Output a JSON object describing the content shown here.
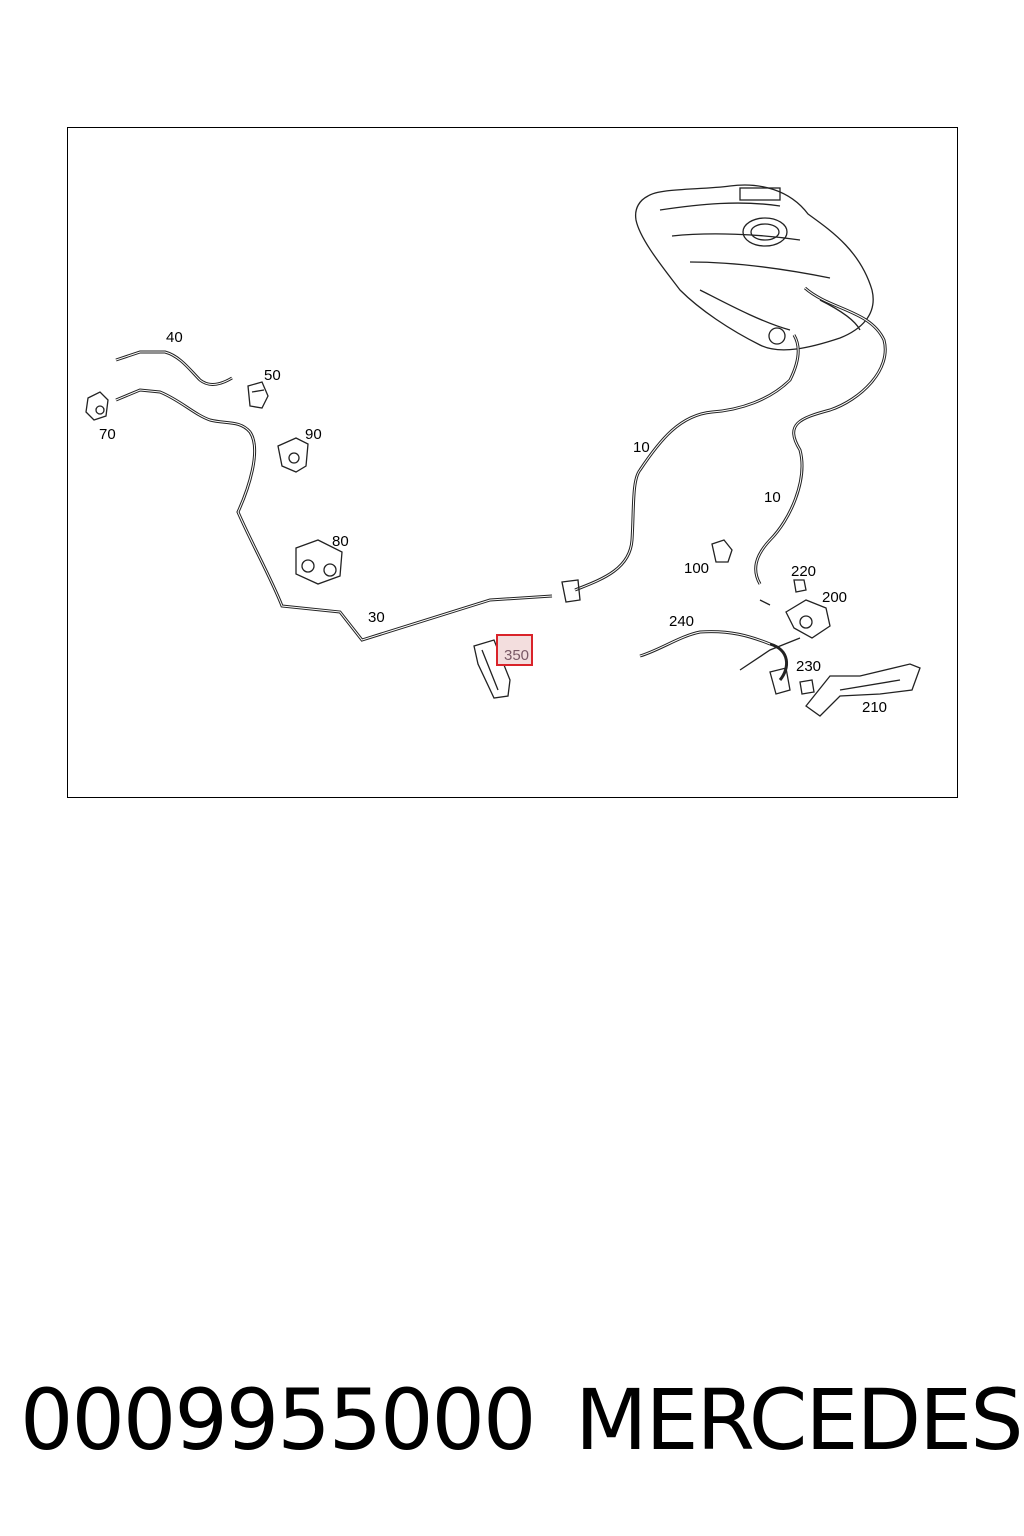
{
  "diagram": {
    "labels": {
      "l10a": "10",
      "l10b": "10",
      "l30": "30",
      "l40": "40",
      "l50": "50",
      "l70": "70",
      "l80": "80",
      "l90": "90",
      "l100": "100",
      "l200": "200",
      "l210": "210",
      "l220": "220",
      "l230": "230",
      "l240": "240",
      "l350": "350"
    },
    "highlight_color": "#d9232a"
  },
  "caption": {
    "part_number": "0009955000",
    "brand": "MERCEDES"
  }
}
